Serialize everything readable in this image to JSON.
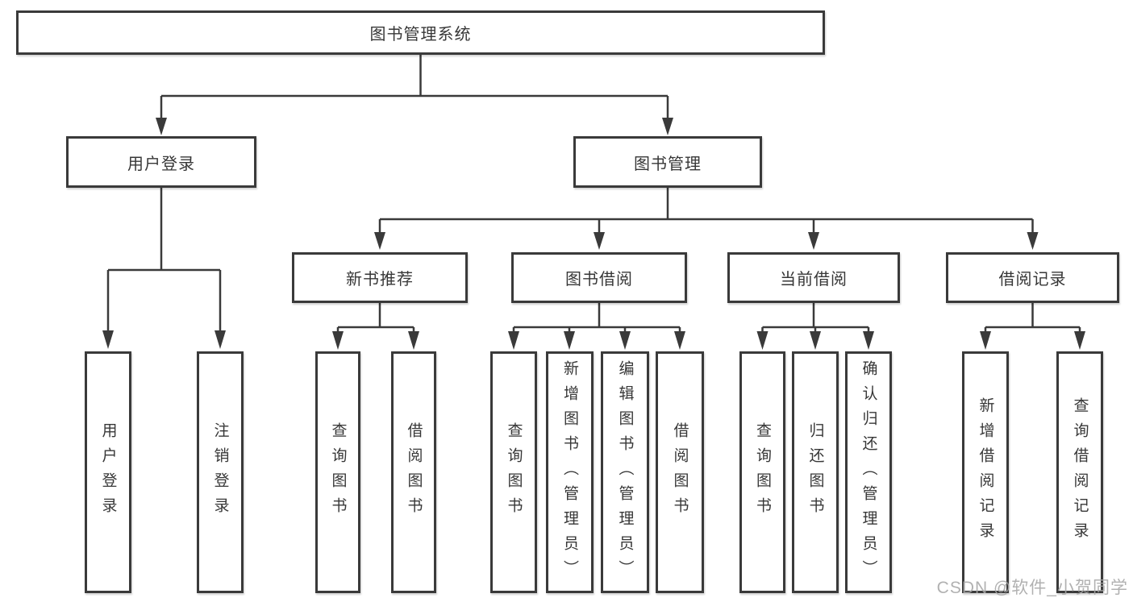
{
  "diagram": {
    "root": {
      "label": "图书管理系统"
    },
    "level1": [
      {
        "label": "用户登录"
      },
      {
        "label": "图书管理"
      }
    ],
    "level2": [
      {
        "label": "新书推荐"
      },
      {
        "label": "图书借阅"
      },
      {
        "label": "当前借阅"
      },
      {
        "label": "借阅记录"
      }
    ],
    "leaves": {
      "user_login": [
        {
          "label": "用户登录"
        },
        {
          "label": "注销登录"
        }
      ],
      "new_books": [
        {
          "label": "查询图书"
        },
        {
          "label": "借阅图书"
        }
      ],
      "book_borrow": [
        {
          "label": "查询图书"
        },
        {
          "label": "新增图书（管理员）"
        },
        {
          "label": "编辑图书（管理员）"
        },
        {
          "label": "借阅图书"
        }
      ],
      "current_borrow": [
        {
          "label": "查询图书"
        },
        {
          "label": "归还图书"
        },
        {
          "label": "确认归还（管理员）"
        }
      ],
      "borrow_records": [
        {
          "label": "新增借阅记录"
        },
        {
          "label": "查询借阅记录"
        }
      ]
    }
  },
  "watermark": {
    "text": "CSDN @软件_小贺同学"
  },
  "colors": {
    "line": "#3a3a3a",
    "box_border": "#3a3a3a",
    "text": "#373737",
    "watermark": "#a6a6a6",
    "background": "#ffffff"
  }
}
